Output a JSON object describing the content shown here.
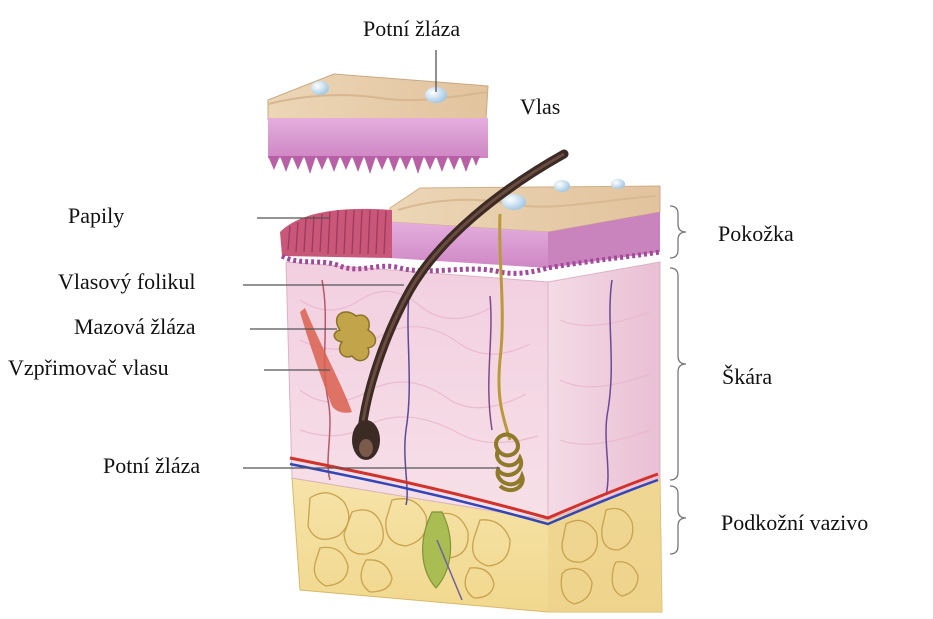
{
  "labels": {
    "sweat_gland_top": "Potní žláza",
    "hair": "Vlas",
    "papillae": "Papily",
    "hair_follicle": "Vlasový folikul",
    "sebaceous_gland": "Mazová žláza",
    "arrector_pili": "Vzpřimovač vlasu",
    "sweat_gland": "Potní žláza",
    "epidermis": "Pokožka",
    "dermis": "Škára",
    "hypodermis": "Podkožní vazivo"
  },
  "colors": {
    "epidermis_top": "#e9d2b0",
    "epidermis_pink": "#d79ad0",
    "dermis": "#f3d6e2",
    "hypodermis": "#f4dd9c",
    "hair": "#3c2a25",
    "sebaceous": "#c2a54a",
    "artery": "#d2322c",
    "vein": "#3346b8",
    "leader_line": "#555555"
  }
}
